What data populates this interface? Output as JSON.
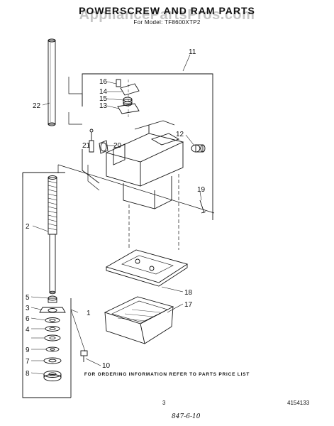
{
  "header": {
    "title": "POWERSCREW AND RAM PARTS",
    "subtitle": "For Model: TF8600XTP2",
    "watermark": "AppliancePartsPros.com"
  },
  "callouts": [
    "1",
    "2",
    "3",
    "4",
    "5",
    "6",
    "7",
    "8",
    "9",
    "10",
    "11",
    "12",
    "13",
    "14",
    "15",
    "16",
    "17",
    "18",
    "19",
    "20",
    "21",
    "22"
  ],
  "footer": {
    "note": "FOR ORDERING INFORMATION REFER TO PARTS PRICE LIST",
    "page_number": "3",
    "doc_code": "4154133",
    "handwritten": "847-6-10"
  }
}
